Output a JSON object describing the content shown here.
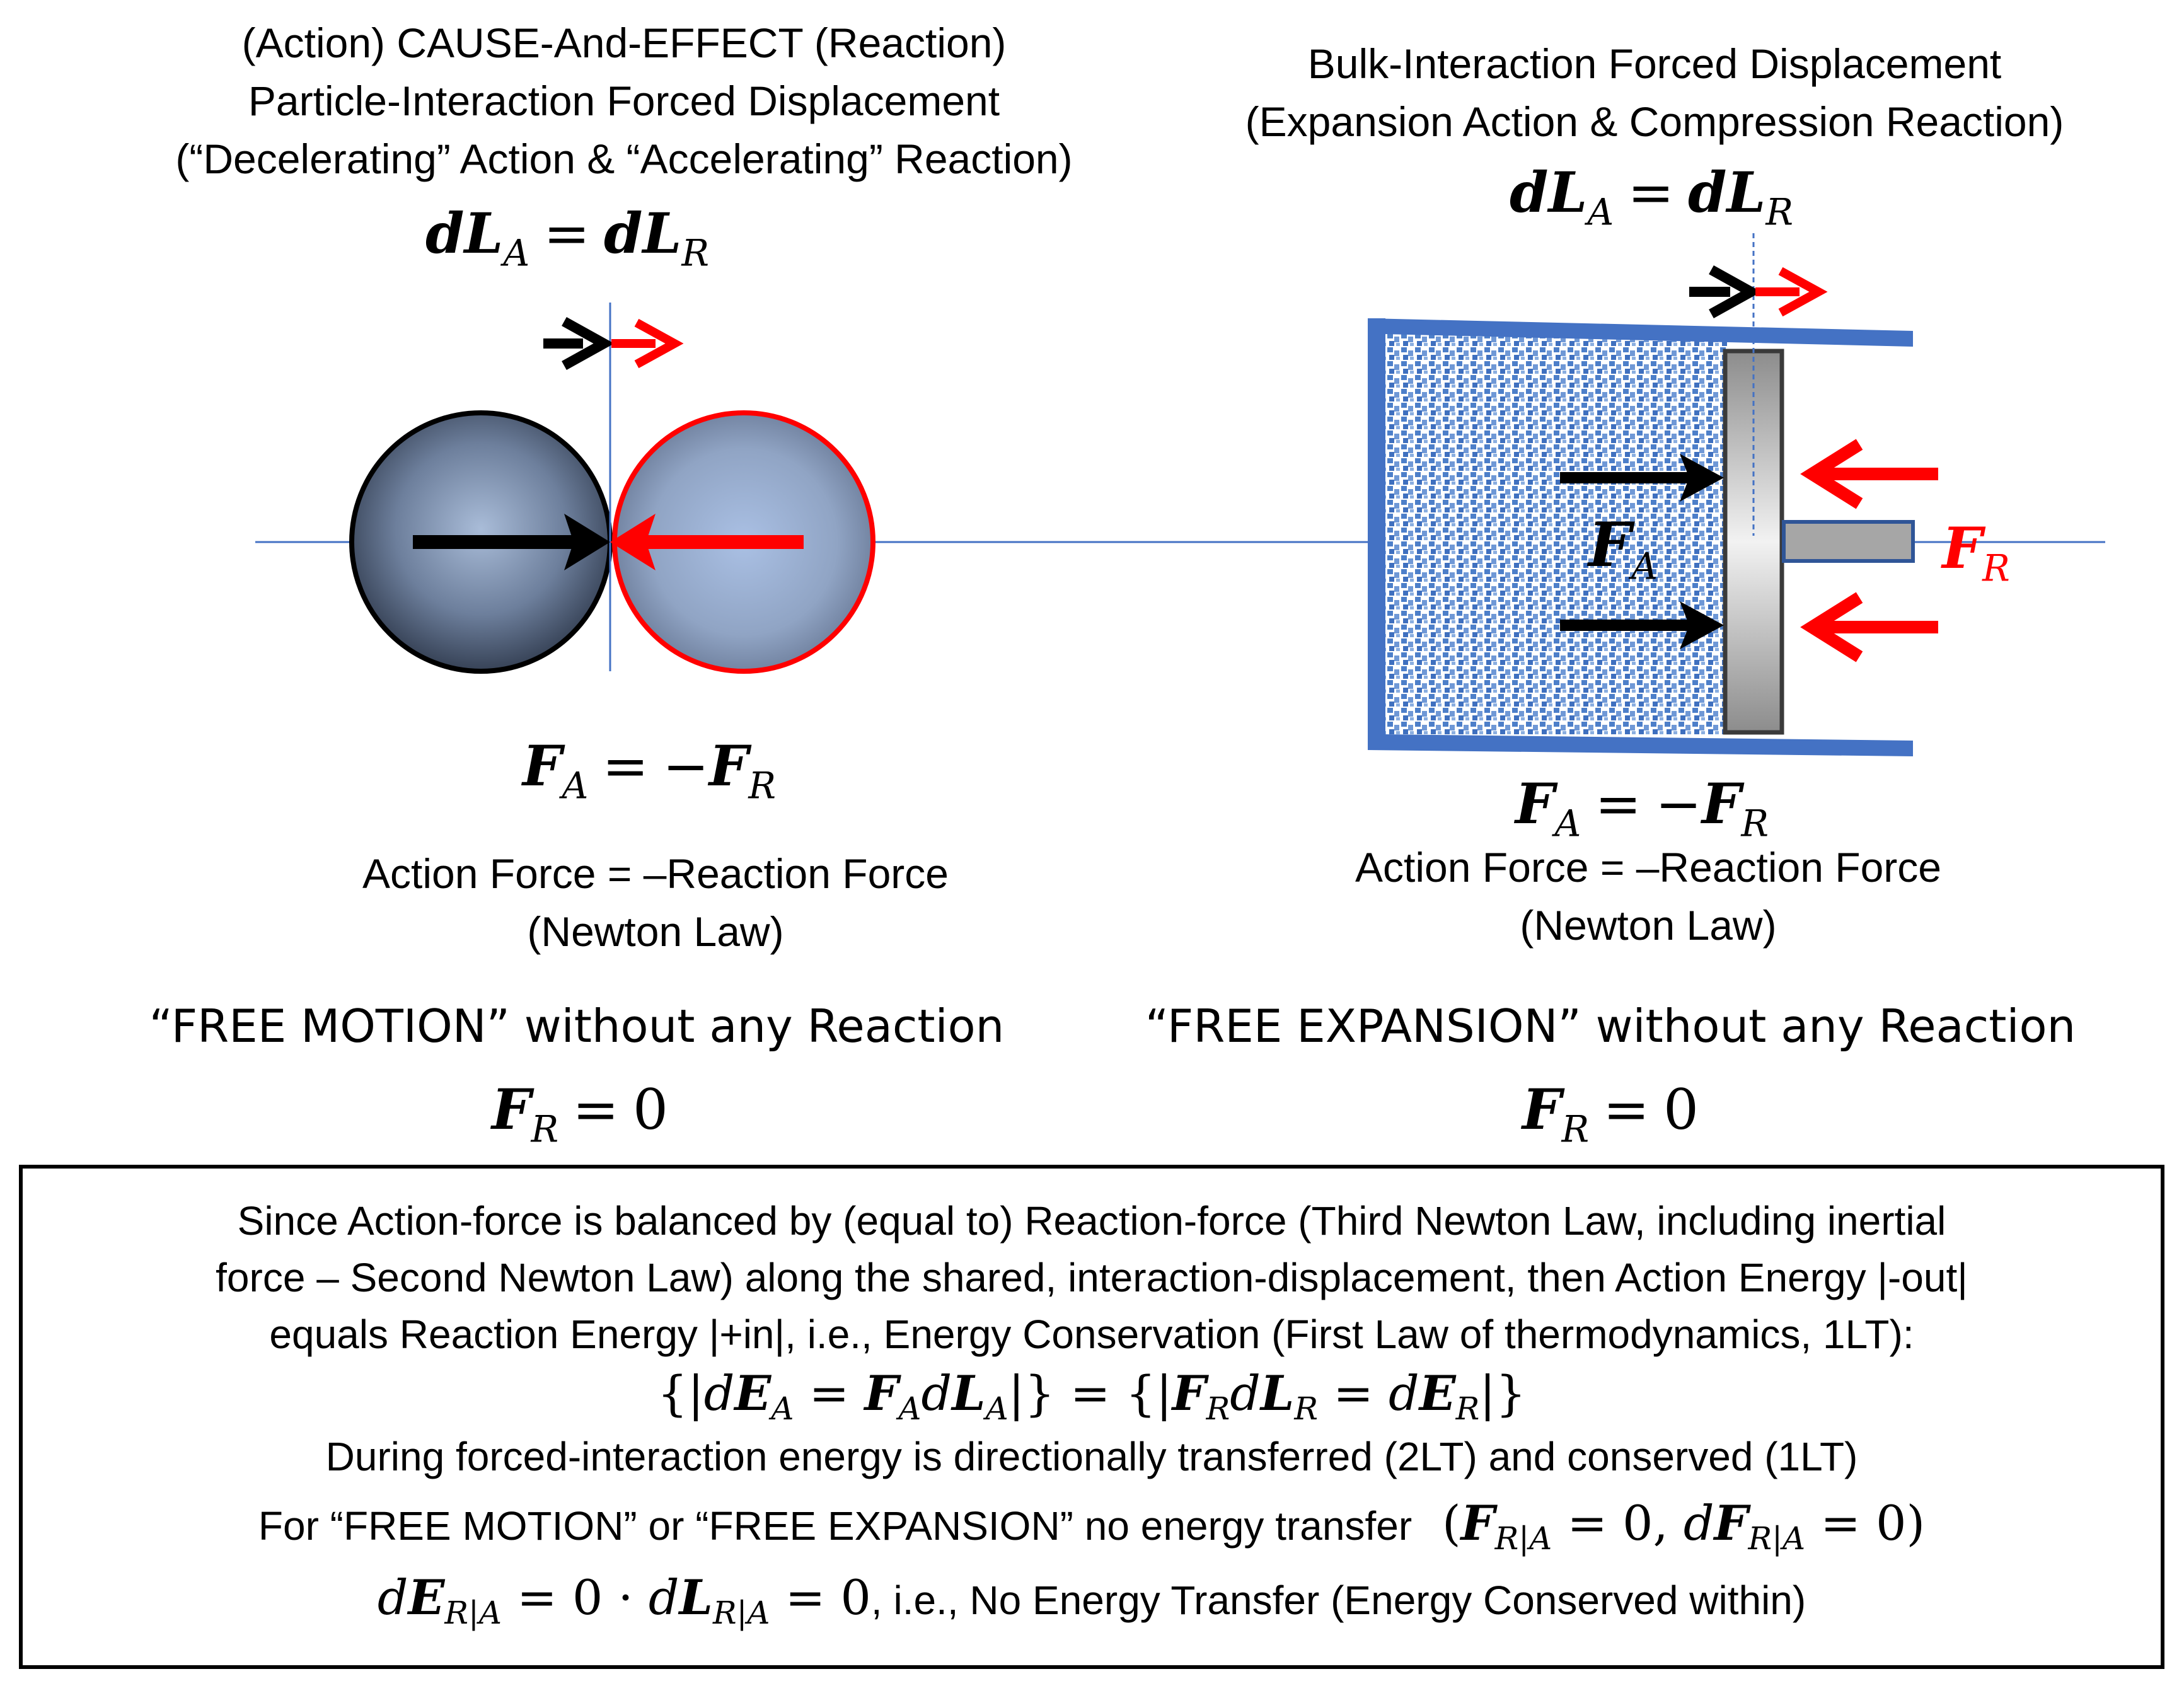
{
  "left": {
    "title_lines": [
      "(Action) CAUSE-And-EFFECT (Reaction)",
      "Particle-Interaction Forced Displacement",
      "(“Decelerating” Action & “Accelerating” Reaction)"
    ],
    "newton_line1": "Action Force = –Reaction Force",
    "newton_line2": "(Newton Law)",
    "free_label": "“FREE MOTION” without any Reaction"
  },
  "right": {
    "title_lines": [
      "Bulk-Interaction Forced Displacement",
      "(Expansion Action & Compression Reaction)"
    ],
    "newton_line1": "Action Force = –Reaction Force",
    "newton_line2": "(Newton Law)",
    "free_label": "“FREE EXPANSION” without any Reaction"
  },
  "symbols": {
    "d": "d",
    "L": "L",
    "F": "F",
    "E": "E",
    "A": "A",
    "R": "R",
    "RA": "R|A",
    "eq": "=",
    "minus": "−",
    "zero": "0"
  },
  "summary": {
    "line1": "Since Action-force is balanced by (equal to) Reaction-force (Third Newton Law, including inertial",
    "line2": "force – Second Newton Law) along the shared, interaction-displacement, then Action Energy |-out|",
    "line3": "equals Reaction Energy |+in|, i.e., Energy Conservation (First Law of thermodynamics, 1LT):",
    "line5": "During forced-interaction energy is directionally transferred (2LT) and conserved (1LT)",
    "line6": "For “FREE MOTION” or “FREE EXPANSION” no energy transfer",
    "line7_tail": ", i.e., No Energy Transfer (Energy Conserved within)"
  },
  "colors": {
    "action": "#000000",
    "reaction": "#ff0000",
    "cylinder_wall": "#4472c4",
    "axis_line": "#4472c4",
    "gas_fill": "#9ab9e6"
  }
}
